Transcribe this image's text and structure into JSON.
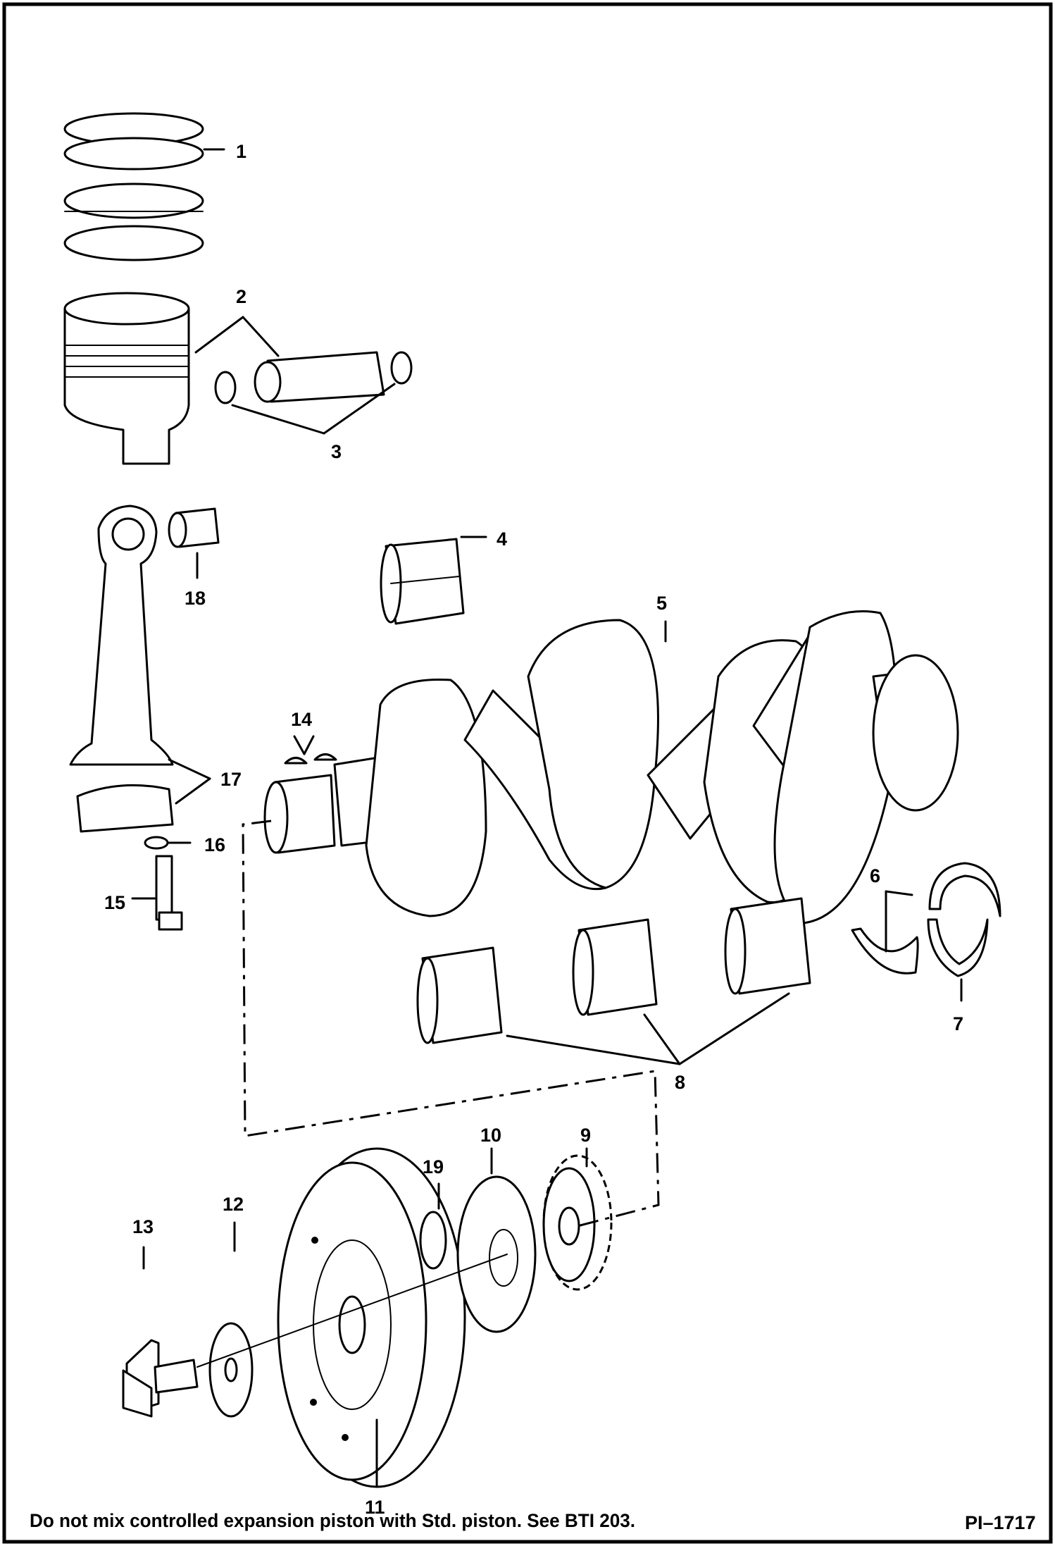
{
  "callouts": {
    "c1": "1",
    "c2": "2",
    "c3": "3",
    "c4": "4",
    "c5": "5",
    "c6": "6",
    "c7": "7",
    "c8": "8",
    "c9": "9",
    "c10": "10",
    "c11": "11",
    "c12": "12",
    "c13": "13",
    "c14": "14",
    "c15": "15",
    "c16": "16",
    "c17": "17",
    "c18": "18",
    "c19": "19"
  },
  "footer": {
    "note": "Do not mix controlled expansion piston with Std. piston.  See BTI 203.",
    "figure_id": "PI–1717"
  }
}
